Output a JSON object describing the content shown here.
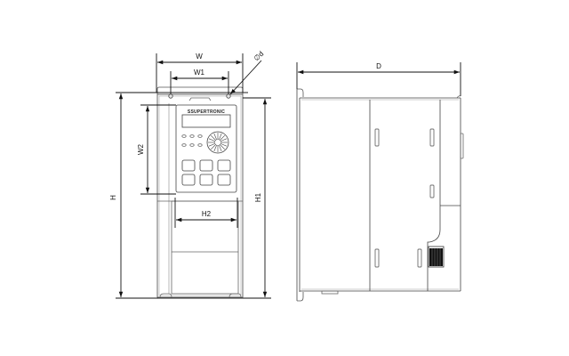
{
  "diagram": {
    "type": "dimension-drawing",
    "subject": "frequency inverter outline",
    "views": {
      "front": {
        "brand_text": "SSUPERTRONIC",
        "keypad": {
          "led_rows": 2,
          "leds_per_row": 3,
          "button_rows": 2,
          "buttons_per_row": 3,
          "has_dial": true
        }
      },
      "side": {
        "vent_slots": 5,
        "has_terminal_block": true
      }
    },
    "dimensions": {
      "W": "W",
      "W1": "W1",
      "W2": "W2",
      "H": "H",
      "H1": "H1",
      "H2": "H2",
      "D": "D",
      "hole": "∅d"
    },
    "colors": {
      "line": "#333333",
      "light_line": "#777777",
      "terminal": "#111111",
      "background": "#ffffff"
    }
  }
}
